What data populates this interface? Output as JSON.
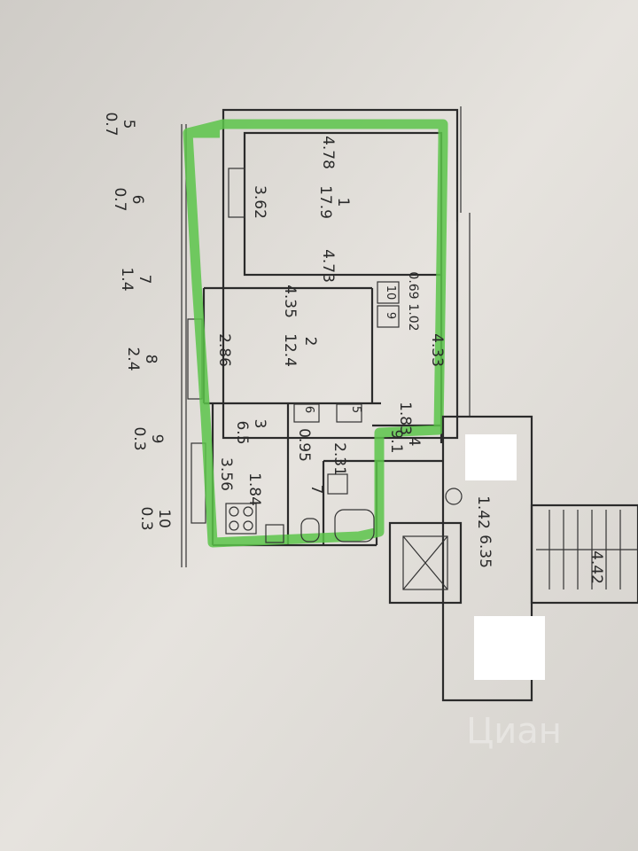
{
  "legend": {
    "items": [
      {
        "num": "5",
        "val": "0.7"
      },
      {
        "num": "6",
        "val": "0.7"
      },
      {
        "num": "7",
        "val": "1.4"
      },
      {
        "num": "8",
        "val": "2.4"
      },
      {
        "num": "9",
        "val": "0.3"
      },
      {
        "num": "10",
        "val": "0.3"
      }
    ]
  },
  "rooms": {
    "r1": {
      "num": "1",
      "area": "17.9",
      "len_top": "4.78",
      "len_side": "3.62",
      "len_bottom": "4.73"
    },
    "r2": {
      "num": "2",
      "area": "12.4",
      "len_top": "4.35",
      "len_side": "2.86"
    },
    "r3": {
      "num": "3",
      "area": "6.5",
      "len_side": "3.56",
      "len_bottom": "1.84"
    },
    "r4": {
      "num": "4",
      "area": "9.1",
      "len_a": "1.83",
      "len_b": "4.33",
      "len_c": "2.31"
    },
    "r7": {
      "num": "7",
      "len": "0.95"
    },
    "small": {
      "n6": "6",
      "n5": "5",
      "n10": "10",
      "n9": "9",
      "d069": "0.69",
      "d102": "1.02"
    }
  },
  "stairwell": {
    "w1": "1.42",
    "h1": "6.35",
    "w2": "4.42"
  },
  "watermark": {
    "brand": "Циан"
  },
  "colors": {
    "paper": "#e4e1dc",
    "highlight": "#5cc44a",
    "ink": "#2b2b2b"
  }
}
